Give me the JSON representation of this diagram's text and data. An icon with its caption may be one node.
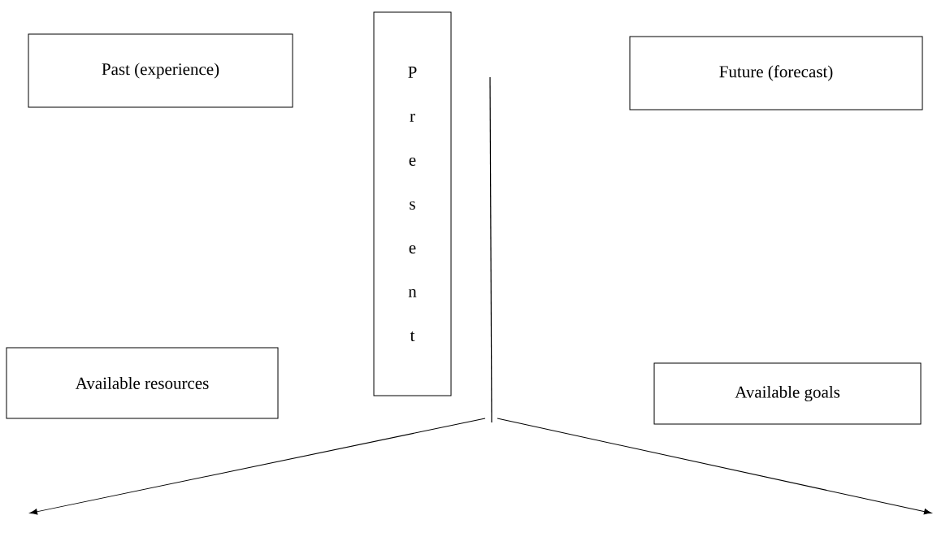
{
  "diagram": {
    "nodes": [
      {
        "text": [
          "Past (experience)"
        ]
      },
      {
        "text": [
          "P r e s e n t"
        ]
      },
      {
        "text": [
          "Future (forecast)"
        ]
      },
      {
        "text": [
          "Available resources"
        ]
      },
      {
        "text": [
          "Available goals"
        ]
      }
    ]
  }
}
